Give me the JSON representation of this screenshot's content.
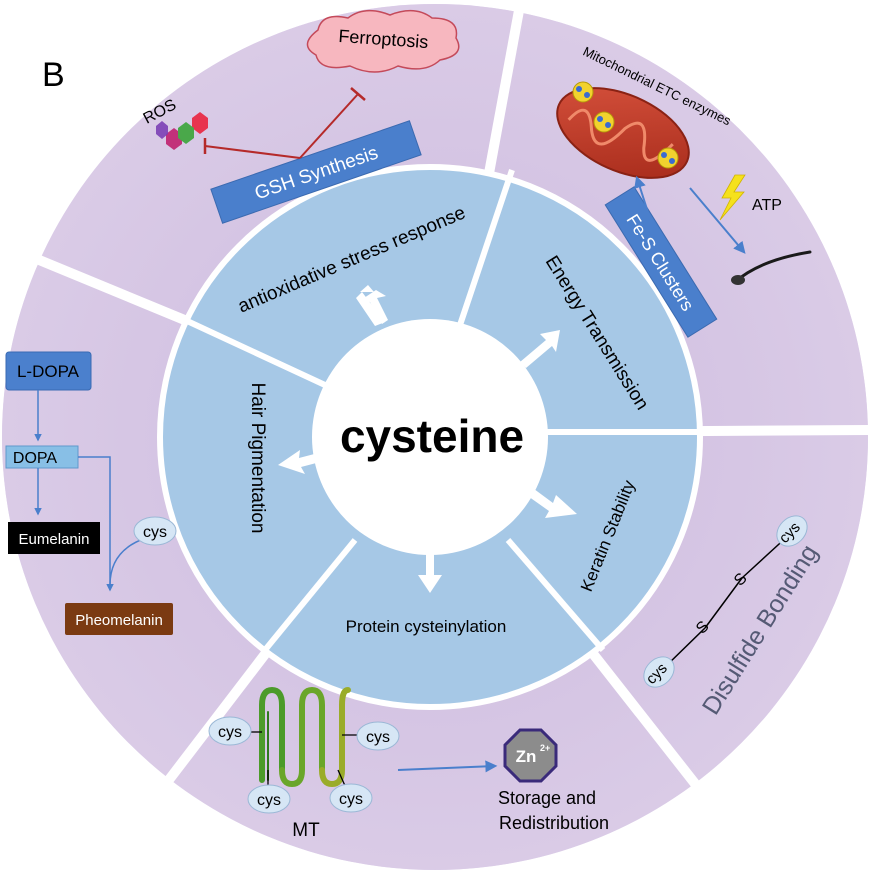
{
  "panel_letter": "B",
  "center": {
    "label": "cysteine"
  },
  "inner_ring": {
    "antioxidative": "antioxidative stress response",
    "energy": "Energy Transmission",
    "keratin": "Keratin Stability",
    "protein": "Protein cysteinylation",
    "hair": "Hair Pigmentation"
  },
  "outer_ring": {
    "ros": "ROS",
    "ferroptosis": "Ferroptosis",
    "gsh": "GSH Synthesis",
    "mito_label": "Mitochondrial ETC enzymes",
    "fes": "Fe-S Clusters",
    "atp": "ATP",
    "disulfide_title": "Disulfide Bonding",
    "disulfide_cys_top": "cys",
    "disulfide_cys_bottom": "cys",
    "disulfide_s1": "S",
    "disulfide_s2": "S",
    "mt": "MT",
    "mt_cys_left": "cys",
    "mt_cys_right": "cys",
    "mt_cys_bottom_left": "cys",
    "mt_cys_bottom_right": "cys",
    "zn": "Zn",
    "zn_charge": "2+",
    "storage_line1": "Storage and",
    "storage_line2": "Redistribution",
    "ldopa": "L-DOPA",
    "dopa": "DOPA",
    "eumelanin": "Eumelanin",
    "pheomelanin": "Pheomelanin",
    "pig_cys": "cys"
  },
  "colors": {
    "outer_ring": "#d3c1e1",
    "inner_ring": "#a6c8e6",
    "gsh_box": "#4a7fcc",
    "ldopa_box": "#4b80cd",
    "dopa_box": "#88bfe6",
    "eumelanin_box": "#000000",
    "pheomelanin_box": "#7b3a12",
    "ferroptosis_cloud": "#f7b7bf",
    "mitochondria": "#c43a2a"
  }
}
